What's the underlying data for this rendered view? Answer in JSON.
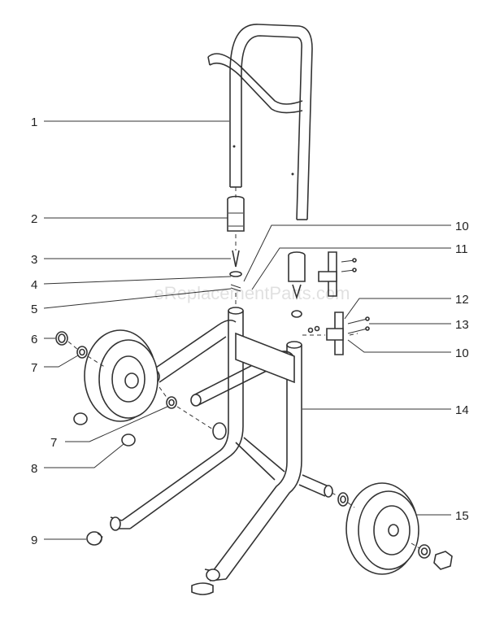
{
  "watermark": "eReplacementParts.com",
  "callouts": [
    {
      "id": "c1",
      "number": "1"
    },
    {
      "id": "c2",
      "number": "2"
    },
    {
      "id": "c3",
      "number": "3"
    },
    {
      "id": "c4",
      "number": "4"
    },
    {
      "id": "c5",
      "number": "5"
    },
    {
      "id": "c6",
      "number": "6"
    },
    {
      "id": "c7a",
      "number": "7"
    },
    {
      "id": "c7b",
      "number": "7"
    },
    {
      "id": "c8",
      "number": "8"
    },
    {
      "id": "c9",
      "number": "9"
    },
    {
      "id": "c10a",
      "number": "10"
    },
    {
      "id": "c10b",
      "number": "10"
    },
    {
      "id": "c11",
      "number": "11"
    },
    {
      "id": "c12",
      "number": "12"
    },
    {
      "id": "c13",
      "number": "13"
    },
    {
      "id": "c14",
      "number": "14"
    },
    {
      "id": "c15",
      "number": "15"
    }
  ]
}
